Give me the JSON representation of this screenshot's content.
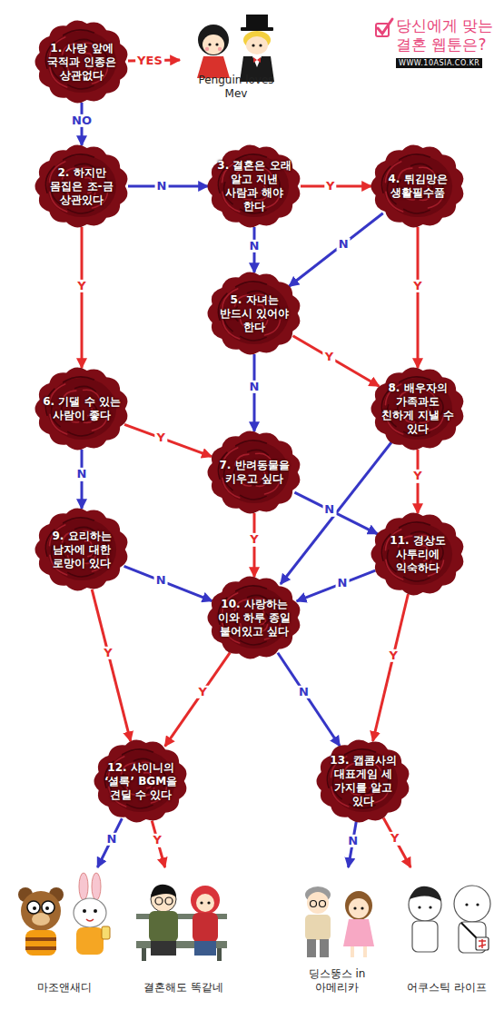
{
  "diagram": {
    "title": "당신에게 맞는 결혼 웹툰은?",
    "nodes": [
      {
        "text": [
          "1. 사랑 앞에 국적과 인종은 상관없다"
        ]
      },
      {
        "text": [
          "Penguin loves Mev"
        ]
      },
      {
        "text": [
          "2. 하지만 몸집은 조-금 상관있다"
        ]
      },
      {
        "text": [
          "3. 결혼은 오래 알고 지낸 사람과 해야 한다"
        ]
      },
      {
        "text": [
          "4. 튀김망은 생활필수품"
        ]
      },
      {
        "text": [
          "5. 자녀는 반드시 있어야 한다"
        ]
      },
      {
        "text": [
          "6. 기댈 수 있는 사람이 좋다"
        ]
      },
      {
        "text": [
          "7. 반려동물을 키우고 싶다"
        ]
      },
      {
        "text": [
          "8. 배우자의 가족과도 친하게 지낼 수 있다"
        ]
      },
      {
        "text": [
          "9. 요리하는 남자에 대한 로망이 있다"
        ]
      },
      {
        "text": [
          "10. 사랑하는 이와 하루 종일 붙어있고 싶다"
        ]
      },
      {
        "text": [
          "11. 경상도 사투리에 익숙하다"
        ]
      },
      {
        "text": [
          "12. 샤이니의 ‘셜록’ BGM을 견딜 수 있다"
        ]
      },
      {
        "text": [
          "13. 캡콤사의 대표게임 세 가지를 알고 있다"
        ]
      },
      {
        "text": [
          "마조앤새디"
        ]
      },
      {
        "text": [
          "결혼해도 똑같네"
        ]
      },
      {
        "text": [
          "딩스뚱스 in 아메리카"
        ]
      },
      {
        "text": [
          "어쿠스틱 라이프"
        ]
      }
    ],
    "edges": [
      {
        "from": 0,
        "to": 1,
        "label": "YES",
        "arrow": "to"
      },
      {
        "from": 0,
        "to": 2,
        "label": "NO",
        "arrow": "to"
      },
      {
        "from": 2,
        "to": 3,
        "label": "N",
        "arrow": "to"
      },
      {
        "from": 2,
        "to": 6,
        "label": "Y",
        "arrow": "to"
      },
      {
        "from": 3,
        "to": 4,
        "label": "Y",
        "arrow": "to"
      },
      {
        "from": 3,
        "to": 5,
        "label": "N",
        "arrow": "to"
      },
      {
        "from": 4,
        "to": 5,
        "label": "N",
        "arrow": "to"
      },
      {
        "from": 4,
        "to": 8,
        "label": "Y",
        "arrow": "to"
      },
      {
        "from": 5,
        "to": 8,
        "label": "Y",
        "arrow": "to"
      },
      {
        "from": 5,
        "to": 7,
        "label": "N",
        "arrow": "to"
      },
      {
        "from": 6,
        "to": 7,
        "label": "Y",
        "arrow": "to"
      },
      {
        "from": 6,
        "to": 9,
        "label": "N",
        "arrow": "to"
      },
      {
        "from": 7,
        "to": 11,
        "label": "N",
        "arrow": "to"
      },
      {
        "from": 7,
        "to": 10,
        "label": "Y",
        "arrow": "to"
      },
      {
        "from": 8,
        "to": 10,
        "arrow": "to"
      },
      {
        "from": 8,
        "to": 11,
        "label": "Y",
        "arrow": "to"
      },
      {
        "from": 9,
        "to": 10,
        "label": "N",
        "arrow": "to"
      },
      {
        "from": 9,
        "to": 12,
        "label": "Y",
        "arrow": "to"
      },
      {
        "from": 11,
        "to": 10,
        "label": "N",
        "arrow": "to"
      },
      {
        "from": 11,
        "to": 13,
        "label": "Y",
        "arrow": "to"
      },
      {
        "from": 10,
        "to": 12,
        "label": "Y",
        "arrow": "to"
      },
      {
        "from": 10,
        "to": 13,
        "label": "N",
        "arrow": "to"
      },
      {
        "from": 12,
        "to": 14,
        "label": "N",
        "arrow": "to"
      },
      {
        "from": 12,
        "to": 15,
        "label": "Y",
        "arrow": "to"
      },
      {
        "from": 13,
        "to": 16,
        "label": "N",
        "arrow": "to"
      },
      {
        "from": 13,
        "to": 17,
        "label": "Y",
        "arrow": "to"
      }
    ],
    "labels": [
      "WWW.10ASIA.CO.KR"
    ]
  }
}
